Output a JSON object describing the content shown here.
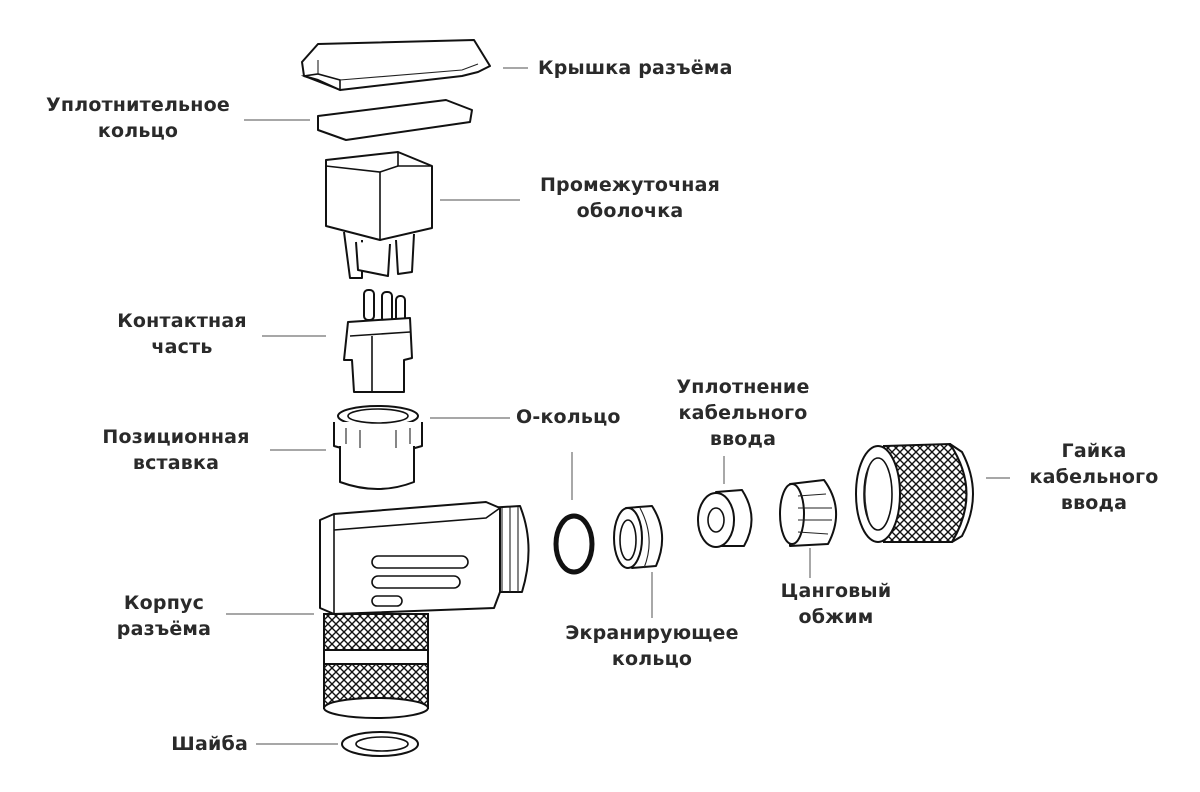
{
  "labels": {
    "cover": "Крышка разъёма",
    "seal_ring": "Уплотнительное\nкольцо",
    "intermediate_shell": "Промежуточная\nоболочка",
    "contact_part": "Контактная\nчасть",
    "positioning_insert": "Позиционная\nвставка",
    "o_ring": "О-кольцо",
    "cable_entry_seal": "Уплотнение\nкабельного\nввода",
    "cable_entry_nut": "Гайка\nкабельного\nввода",
    "connector_body": "Корпус\nразъёма",
    "shielding_ring": "Экранирующее\nкольцо",
    "collet_clamp": "Цанговый\nобжим",
    "washer": "Шайба"
  },
  "colors": {
    "line": "#111111",
    "leader": "#8a8a8a",
    "label_text": "#2a2a2a",
    "background": "#ffffff"
  }
}
